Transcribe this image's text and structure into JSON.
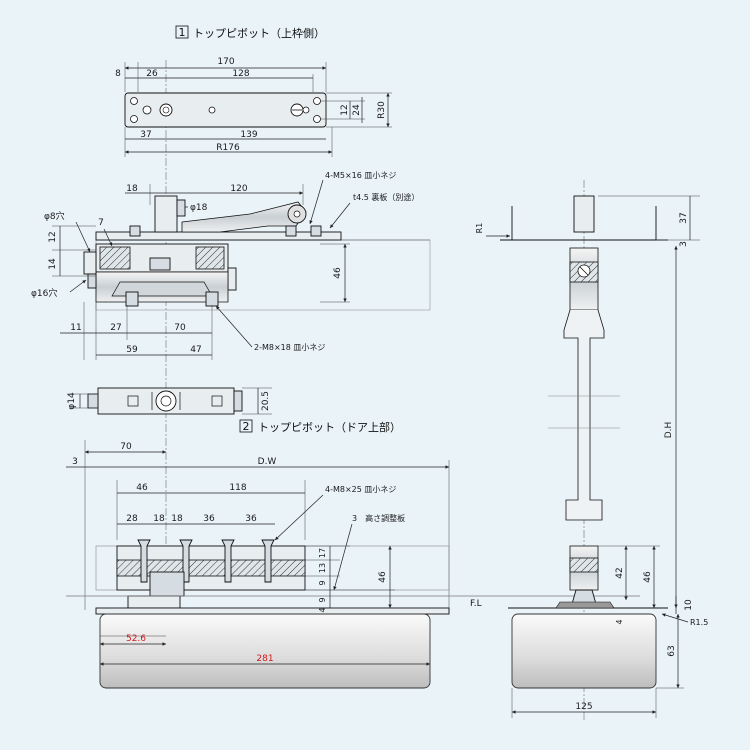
{
  "section1": {
    "number": "1",
    "title": "トップピボット（上枠側）"
  },
  "section2": {
    "number": "2",
    "title": "トップピボット（ドア上部）"
  },
  "plate_top": {
    "d8": "8",
    "d26": "26",
    "d170": "170",
    "d128": "128",
    "d37": "37",
    "d139": "139",
    "r176": "R176",
    "d12": "12",
    "d24": "24",
    "r30": "R30"
  },
  "side1": {
    "d18": "18",
    "d120": "120",
    "phi18": "φ18",
    "screw_top": "4-M5×16 皿小ネジ",
    "backplate": "t4.5 裏板（別途）",
    "phi8": "φ8穴",
    "d7": "7",
    "d12": "12",
    "d14": "14",
    "d46": "46",
    "phi16": "φ16穴",
    "d11": "11",
    "d27": "27",
    "d70": "70",
    "d59": "59",
    "d47": "47",
    "screw_bottom": "2-M8×18 皿小ネジ"
  },
  "plan2": {
    "phi14": "φ14",
    "d20_5": "20.5"
  },
  "door": {
    "d70": "70",
    "d3": "3",
    "dw": "D.W",
    "d46": "46",
    "d118": "118",
    "screw": "4-M8×25 皿小ネジ",
    "d28": "28",
    "d18a": "18",
    "d18b": "18",
    "d36a": "36",
    "d36b": "36",
    "shim": "3　高さ調整板",
    "d17": "17",
    "d13": "13",
    "d9": "9",
    "d46v": "46",
    "d9b": "9",
    "d4": "4",
    "fl": "F.L",
    "d52_6": "52.6",
    "d281": "281"
  },
  "right": {
    "r1": "R1",
    "d37": "37",
    "d3": "3",
    "dh": "D.H",
    "d42": "42",
    "d46": "46",
    "d10": "10",
    "d4": "4",
    "r1_5": "R1.5",
    "d63": "63",
    "d125": "125"
  },
  "colors": {
    "background": "#e9f3f8",
    "red_dimension": "#d11a1a"
  }
}
